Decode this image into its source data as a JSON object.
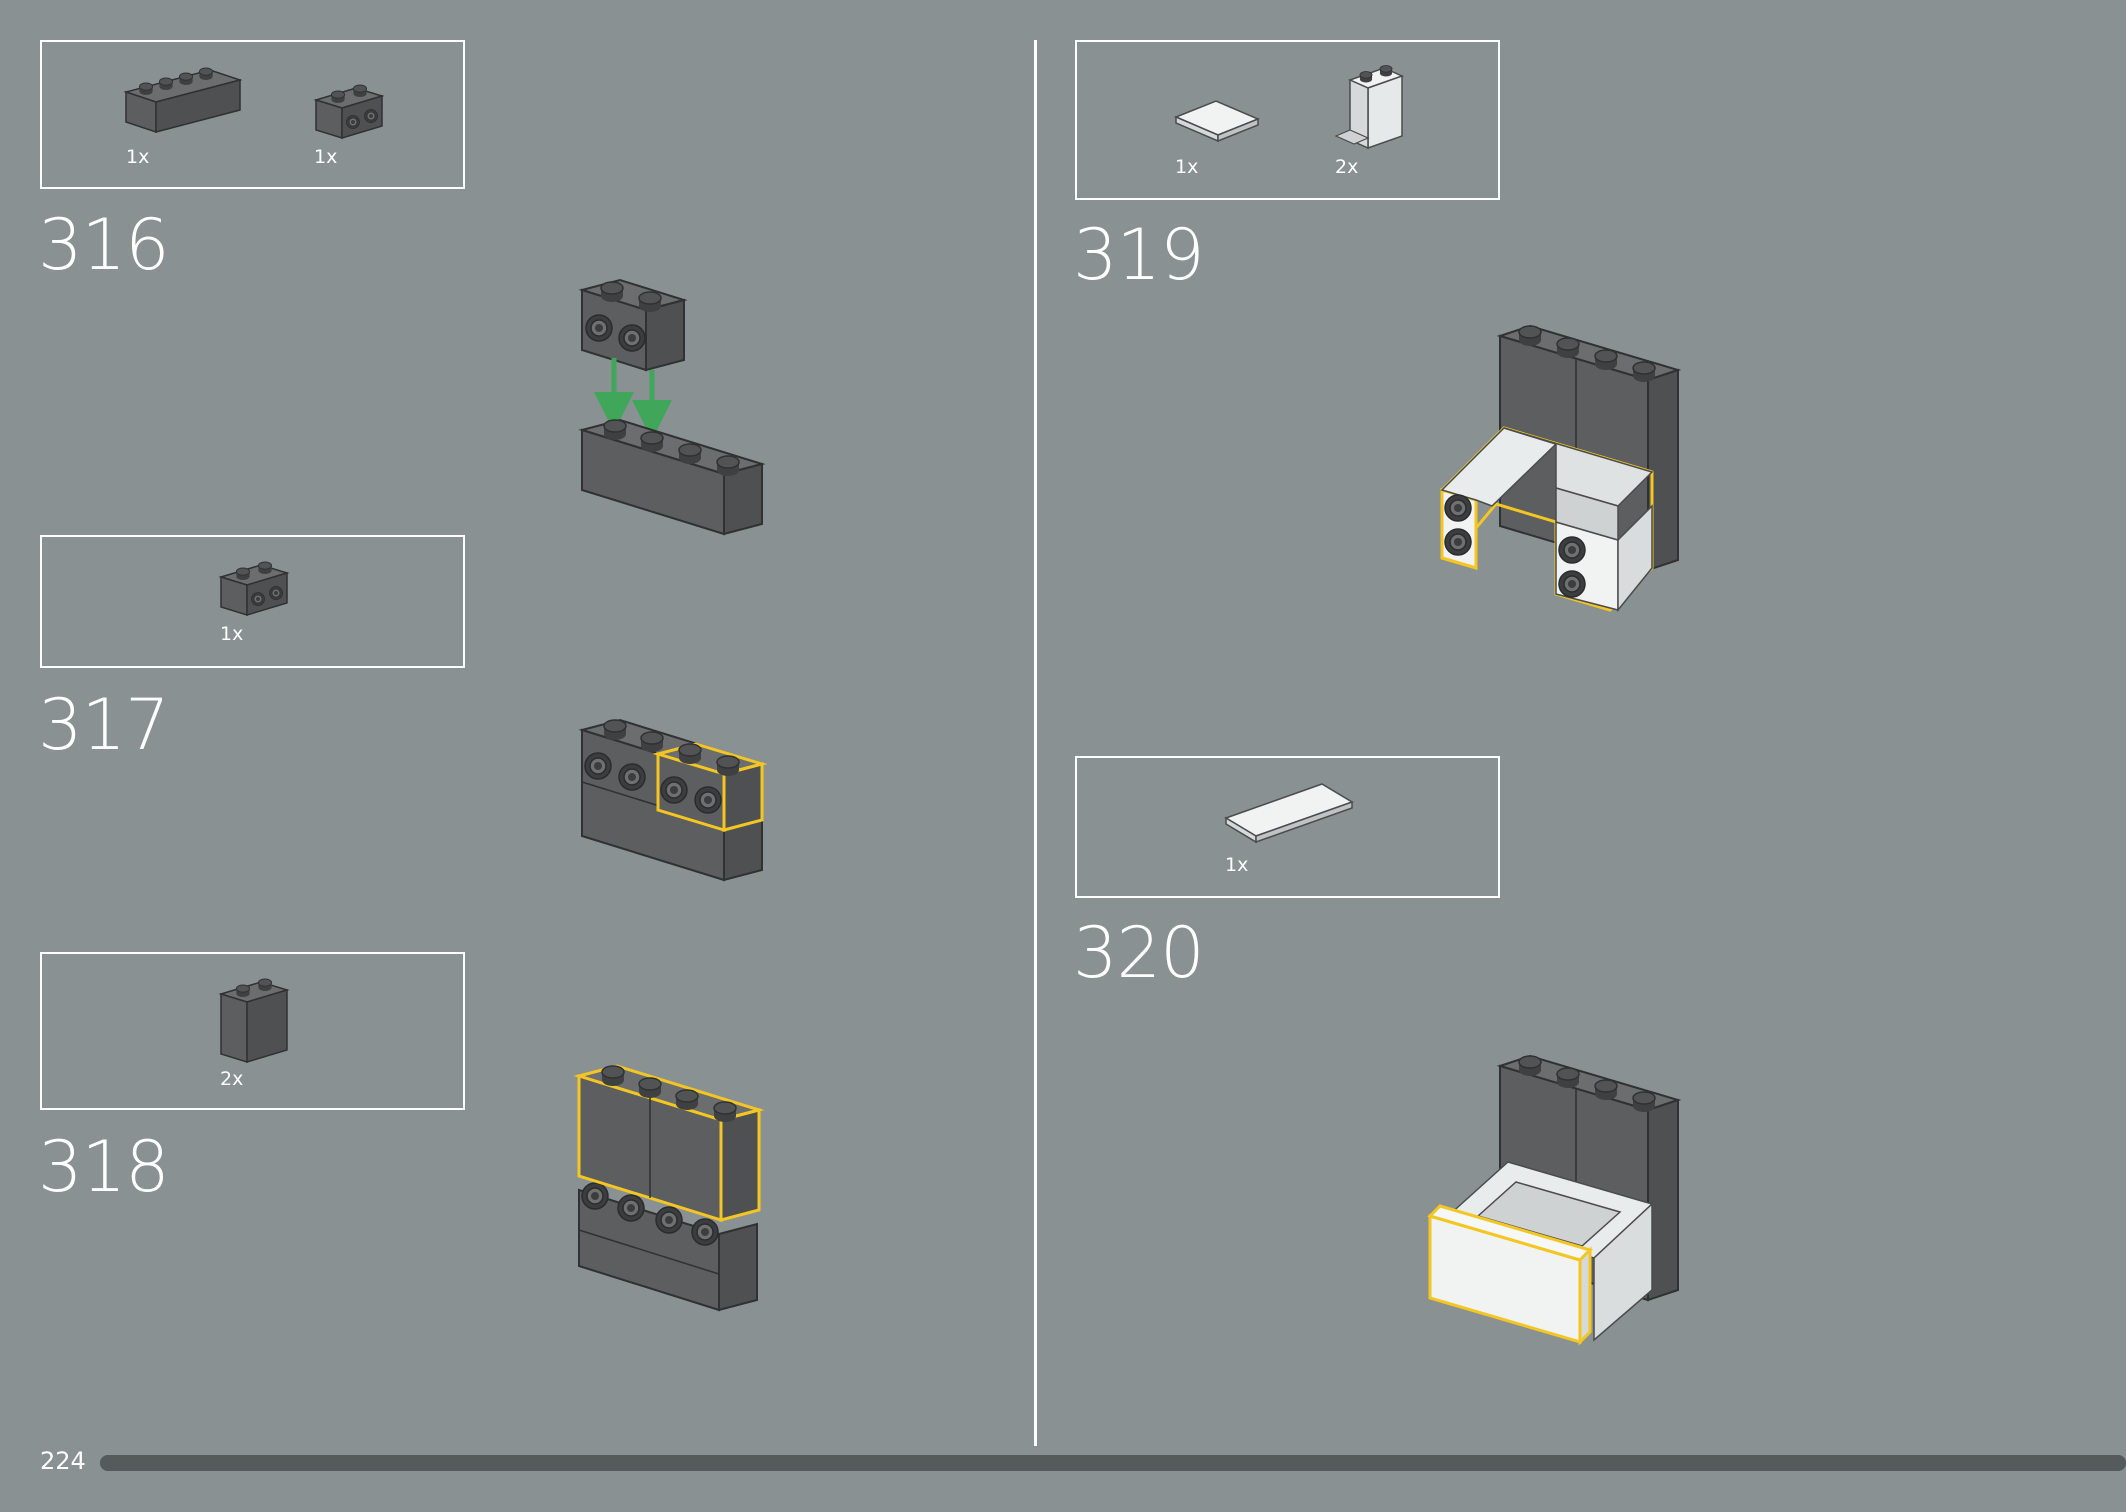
{
  "page": {
    "page_number": "224",
    "progress_fraction": 1.0
  },
  "colors": {
    "background": "#8a9192",
    "dark_brick": "#5c5e5f",
    "dark_brick_top": "#6b6d6e",
    "dark_brick_side": "#4e5051",
    "white_part": "#f1f3f3",
    "highlight_outline": "#f3c623",
    "arrow": "#3fa65a",
    "line": "#ffffff"
  },
  "steps": [
    {
      "number": "316",
      "parts": [
        {
          "name": "brick-1x4-dark-grey",
          "qty": "1x"
        },
        {
          "name": "brick-1x2-with-studs-on-side-dark-grey",
          "qty": "1x"
        }
      ]
    },
    {
      "number": "317",
      "parts": [
        {
          "name": "brick-1x2-with-studs-on-side-dark-grey",
          "qty": "1x"
        }
      ]
    },
    {
      "number": "318",
      "parts": [
        {
          "name": "brick-1x2x2-dark-grey",
          "qty": "2x"
        }
      ]
    },
    {
      "number": "319",
      "parts": [
        {
          "name": "tile-2x2-white",
          "qty": "1x"
        },
        {
          "name": "panel-1x2x2-white",
          "qty": "2x"
        }
      ]
    },
    {
      "number": "320",
      "parts": [
        {
          "name": "tile-2x4-white",
          "qty": "1x"
        }
      ]
    }
  ]
}
